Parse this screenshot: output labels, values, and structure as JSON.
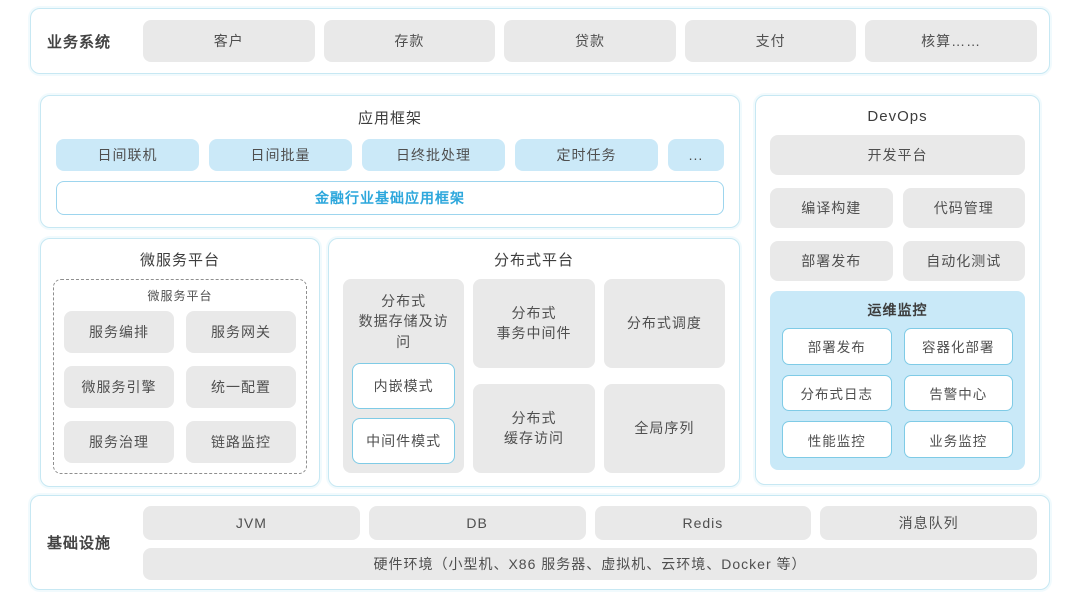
{
  "business": {
    "label": "业务系统",
    "items": [
      "客户",
      "存款",
      "贷款",
      "支付",
      "核算……"
    ]
  },
  "app_framework": {
    "title": "应用框架",
    "items": [
      "日间联机",
      "日间批量",
      "日终批处理",
      "定时任务",
      "..."
    ],
    "base_box": "金融行业基础应用框架"
  },
  "devops": {
    "title": "DevOps",
    "platform": "开发平台",
    "items": [
      "编译构建",
      "代码管理",
      "部署发布",
      "自动化测试"
    ],
    "monitor": {
      "title": "运维监控",
      "items": [
        "部署发布",
        "容器化部署",
        "分布式日志",
        "告警中心",
        "性能监控",
        "业务监控"
      ]
    }
  },
  "microservice": {
    "title": "微服务平台",
    "inner_title": "微服务平台",
    "items": [
      "服务编排",
      "服务网关",
      "微服务引擎",
      "统一配置",
      "服务治理",
      "链路监控"
    ]
  },
  "distributed": {
    "title": "分布式平台",
    "storage_line1": "分布式",
    "storage_line2": "数据存储及访问",
    "modes": [
      "内嵌模式",
      "中间件模式"
    ],
    "transaction_line1": "分布式",
    "transaction_line2": "事务中间件",
    "scheduling": "分布式调度",
    "cache_line1": "分布式",
    "cache_line2": "缓存访问",
    "sequence": "全局序列"
  },
  "infrastructure": {
    "label": "基础设施",
    "items": [
      "JVM",
      "DB",
      "Redis",
      "消息队列"
    ],
    "hardware": "硬件环境（小型机、X86 服务器、虚拟机、云环境、Docker 等）"
  },
  "colors": {
    "accent_text": "#2da7dc",
    "light_blue_fill": "#cbe9f8",
    "gray_fill": "#e9e9e9",
    "panel_border": "#c7e8f3",
    "white_box_border": "#7fcbe6"
  }
}
